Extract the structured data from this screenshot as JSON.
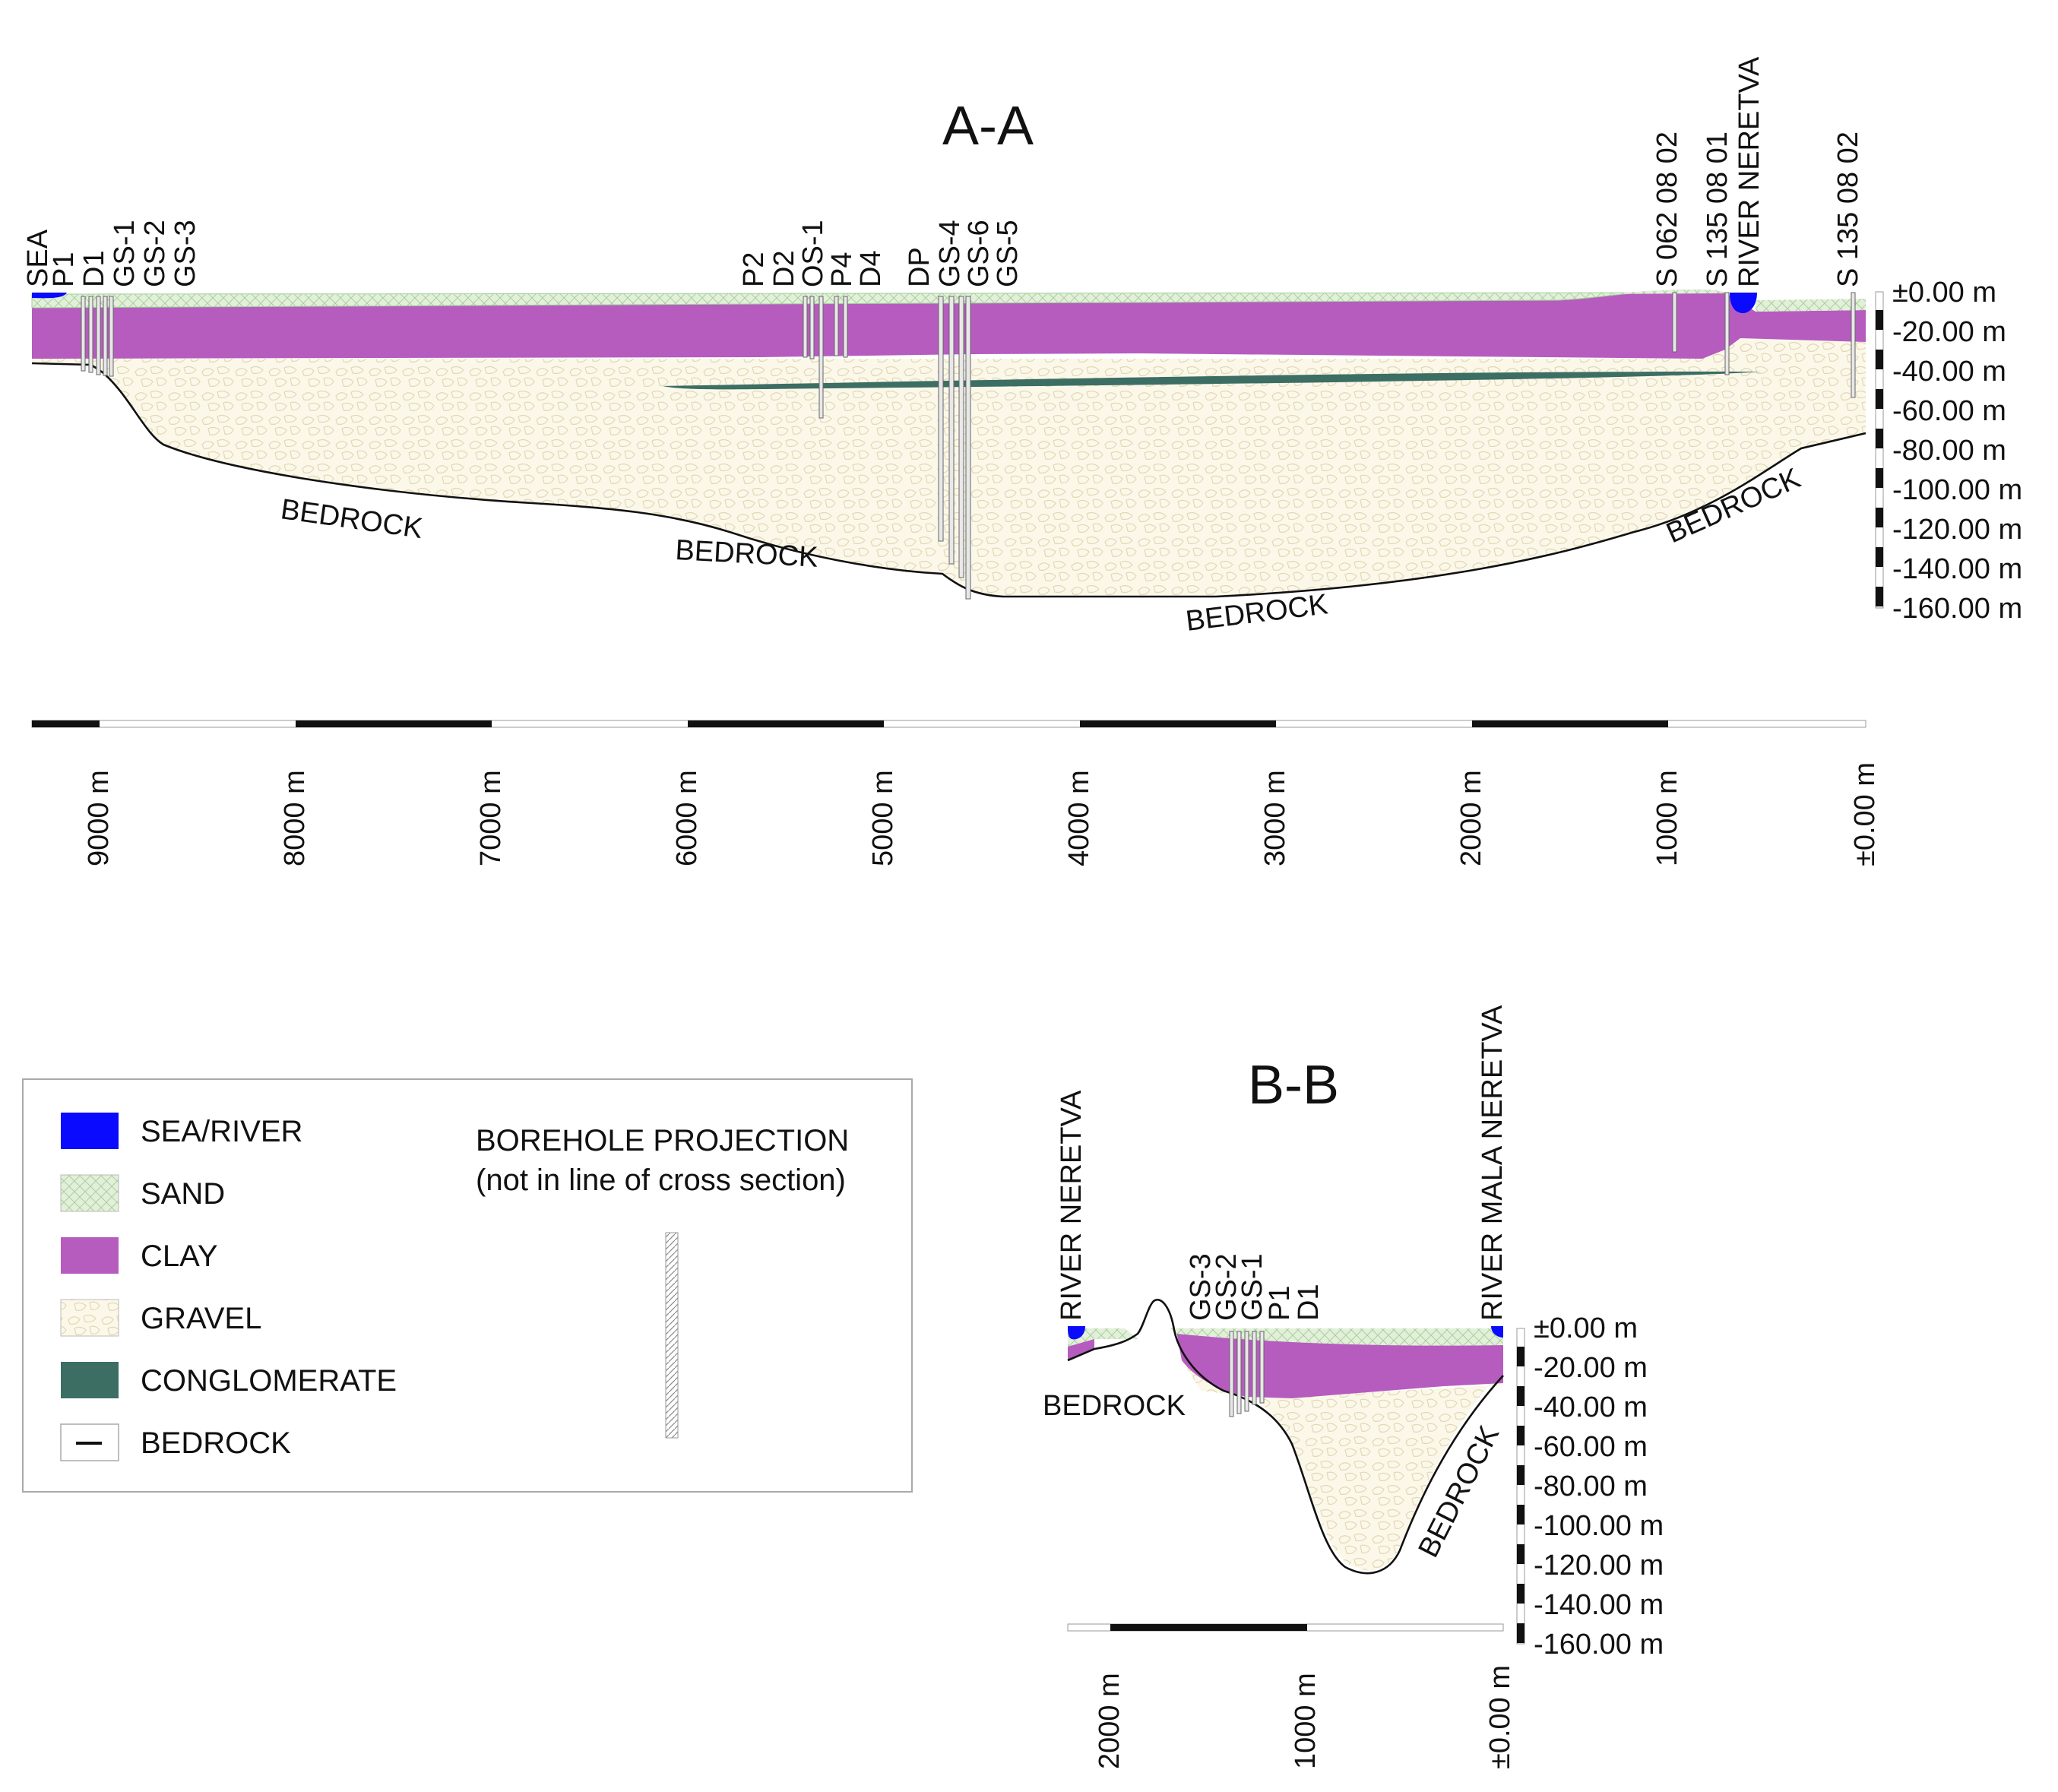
{
  "colors": {
    "water": "#0a0aff",
    "sand": "#e3efd9",
    "sand_hatch": "#9fcf99",
    "clay": "#b65cbf",
    "gravel": "#fbf8ea",
    "gravel_stroke": "#e8dfc0",
    "conglomerate": "#3c6e64",
    "bedrock_line": "#111111",
    "borehole": "#e8e8e8",
    "legend_border": "#aaaaaa"
  },
  "section_aa": {
    "title": "A-A",
    "distance_labels": [
      "9000 m",
      "8000 m",
      "7000 m",
      "6000 m",
      "5000 m",
      "4000 m",
      "3000 m",
      "2000 m",
      "1000 m",
      "±0.00 m"
    ],
    "depth_labels": [
      "±0.00 m",
      "-20.00 m",
      "-40.00 m",
      "-60.00 m",
      "-80.00 m",
      "-100.00 m",
      "-120.00 m",
      "-140.00 m",
      "-160.00 m"
    ],
    "bedrock_labels": [
      "BEDROCK",
      "BEDROCK",
      "BEDROCK",
      "BEDROCK"
    ],
    "boreholes": [
      {
        "label": "SEA"
      },
      {
        "label": "P1"
      },
      {
        "label": "D1"
      },
      {
        "label": "GS-1"
      },
      {
        "label": "GS-2"
      },
      {
        "label": "GS-3"
      },
      {
        "label": "P2"
      },
      {
        "label": "D2"
      },
      {
        "label": "OS-1"
      },
      {
        "label": "P4"
      },
      {
        "label": "D4"
      },
      {
        "label": "DP"
      },
      {
        "label": "GS-4"
      },
      {
        "label": "GS-6"
      },
      {
        "label": "GS-5"
      },
      {
        "label": "S 062 08 02"
      },
      {
        "label": "S 135 08 01"
      },
      {
        "label": "RIVER NERETVA"
      },
      {
        "label": "S 135 08 02"
      }
    ]
  },
  "section_bb": {
    "title": "B-B",
    "distance_labels": [
      "2000 m",
      "1000 m",
      "±0.00 m"
    ],
    "depth_labels": [
      "±0.00 m",
      "-20.00 m",
      "-40.00 m",
      "-60.00 m",
      "-80.00 m",
      "-100.00 m",
      "-120.00 m",
      "-140.00 m",
      "-160.00 m"
    ],
    "bedrock_labels": [
      "BEDROCK",
      "BEDROCK"
    ],
    "top_labels": [
      {
        "label": "RIVER NERETVA"
      },
      {
        "label": "GS-3"
      },
      {
        "label": "GS-2"
      },
      {
        "label": "GS-1"
      },
      {
        "label": "P1"
      },
      {
        "label": "D1"
      },
      {
        "label": "RIVER MALA NERETVA"
      }
    ]
  },
  "legend": {
    "items": [
      {
        "label": "SEA/RIVER",
        "swatch": "water"
      },
      {
        "label": "SAND",
        "swatch": "sand"
      },
      {
        "label": "CLAY",
        "swatch": "clay"
      },
      {
        "label": "GRAVEL",
        "swatch": "gravel"
      },
      {
        "label": "CONGLOMERATE",
        "swatch": "conglomerate"
      },
      {
        "label": "BEDROCK",
        "swatch": "bedrock"
      }
    ],
    "projection_title": "BOREHOLE PROJECTION",
    "projection_subtitle": "(not in line of cross section)"
  }
}
